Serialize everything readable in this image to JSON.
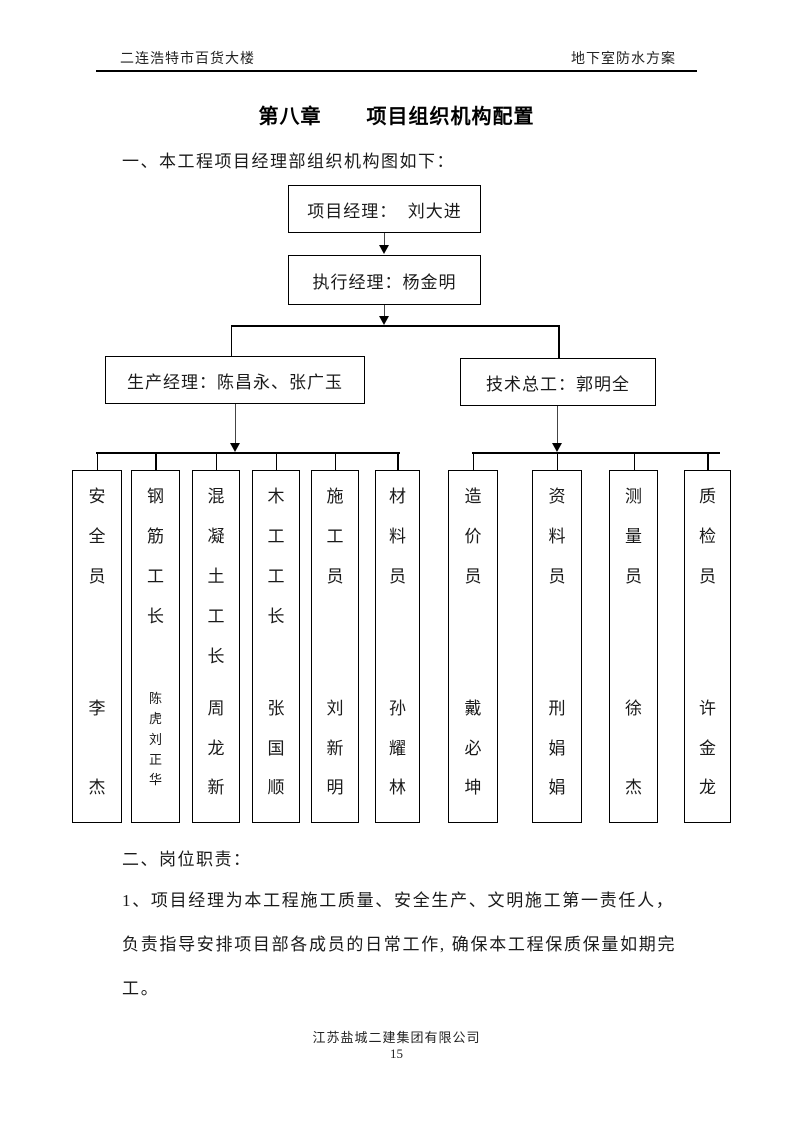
{
  "header": {
    "left": "二连浩特市百货大楼",
    "right": "地下室防水方案"
  },
  "title": {
    "chapter": "第八章",
    "text": "项目组织机构配置"
  },
  "intro": "一、本工程项目经理部组织机构图如下：",
  "chart": {
    "level1": "项目经理：  刘大进",
    "level2": "执行经理：杨金明",
    "production_manager": "生产经理：陈昌永、张广玉",
    "chief_engineer": "技术总工：郭明全",
    "staff_left": [
      {
        "role": "安全员",
        "name": "李杰"
      },
      {
        "role": "钢筋工长",
        "name": "陈虎刘正华"
      },
      {
        "role": "混凝土工长",
        "name": "周龙新"
      },
      {
        "role": "木工工长",
        "name": "张国顺"
      },
      {
        "role": "施工员",
        "name": "刘新明"
      },
      {
        "role": "材料员",
        "name": "孙耀林"
      }
    ],
    "staff_right": [
      {
        "role": "造价员",
        "name": "戴必坤"
      },
      {
        "role": "资料员",
        "name": "刑娟娟"
      },
      {
        "role": "测量员",
        "name": "徐杰"
      },
      {
        "role": "质检员",
        "name": "许金龙"
      }
    ]
  },
  "section2": {
    "heading": "二、岗位职责：",
    "lines": [
      "1、项目经理为本工程施工质量、安全生产、文明施工第一责任人，",
      "负责指导安排项目部各成员的日常工作, 确保本工程保质保量如期完",
      "工。"
    ]
  },
  "footer": {
    "company": "江苏盐城二建集团有限公司",
    "page_number": "15"
  }
}
